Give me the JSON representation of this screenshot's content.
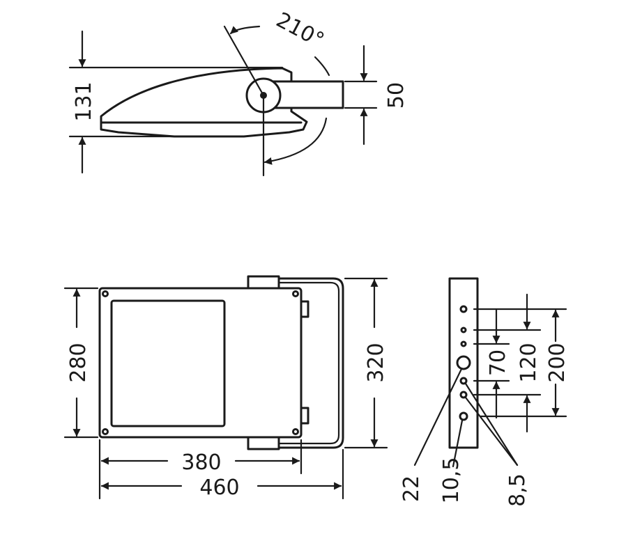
{
  "side_view": {
    "height_label": "131",
    "arm_label": "50",
    "angle_label": "210°"
  },
  "front_view": {
    "height_label": "280",
    "bracket_height_label": "320",
    "width_label": "380",
    "total_width_label": "460"
  },
  "bracket_view": {
    "dim_70": "70",
    "dim_120": "120",
    "dim_200": "200",
    "hole_22": "22",
    "hole_10_5": "10,5",
    "hole_8_5": "8,5"
  }
}
